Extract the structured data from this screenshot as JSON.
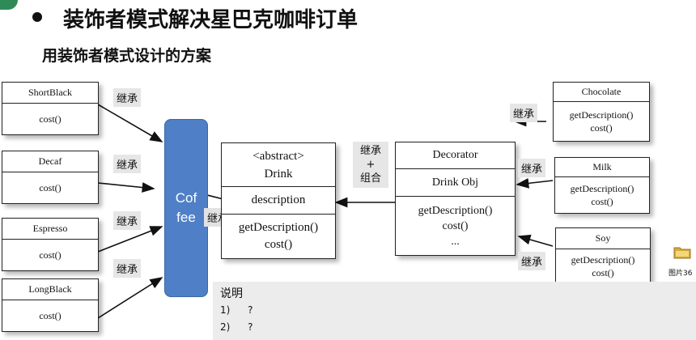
{
  "slide": {
    "title": "装饰者模式解决星巴克咖啡订单",
    "subtitle": "用装饰者模式设计的方案"
  },
  "left_classes": [
    {
      "name": "ShortBlack",
      "method": "cost()"
    },
    {
      "name": "Decaf",
      "method": "cost()"
    },
    {
      "name": "Espresso",
      "method": "cost()"
    },
    {
      "name": "LongBlack",
      "method": "cost()"
    }
  ],
  "inherit_labels": {
    "shortblack": "继承",
    "decaf": "继承",
    "espresso": "继承",
    "longblack": "继承",
    "coffee_to_drink": "继承",
    "chocolate": "继承",
    "milk": "继承",
    "soy": "继承"
  },
  "coffee": {
    "line1": "Cof",
    "line2": "fee"
  },
  "drink": {
    "stereotype": "<abstract>",
    "name": "Drink",
    "field": "description",
    "method1": "getDescription()",
    "method2": "cost()"
  },
  "decorator_relation": {
    "line1": "继承",
    "line2": "+",
    "line3": "组合"
  },
  "decorator": {
    "name": "Decorator",
    "field": "Drink Obj",
    "method1": "getDescription()",
    "method2": "cost()",
    "method3": "..."
  },
  "right_classes": [
    {
      "name": "Chocolate",
      "method1": "getDescription()",
      "method2": "cost()"
    },
    {
      "name": "Milk",
      "method1": "getDescription()",
      "method2": "cost()"
    },
    {
      "name": "Soy",
      "method1": "getDescription()",
      "method2": "cost()"
    }
  ],
  "notes": {
    "title": "说明",
    "items": [
      {
        "num": "1)",
        "text": "?"
      },
      {
        "num": "2)",
        "text": "?"
      }
    ]
  },
  "desktop_icon": {
    "label": "图片36"
  },
  "colors": {
    "coffee_fill": "#4f7fc6",
    "label_bg": "#e6e6e6",
    "notes_bg": "#ececec"
  }
}
